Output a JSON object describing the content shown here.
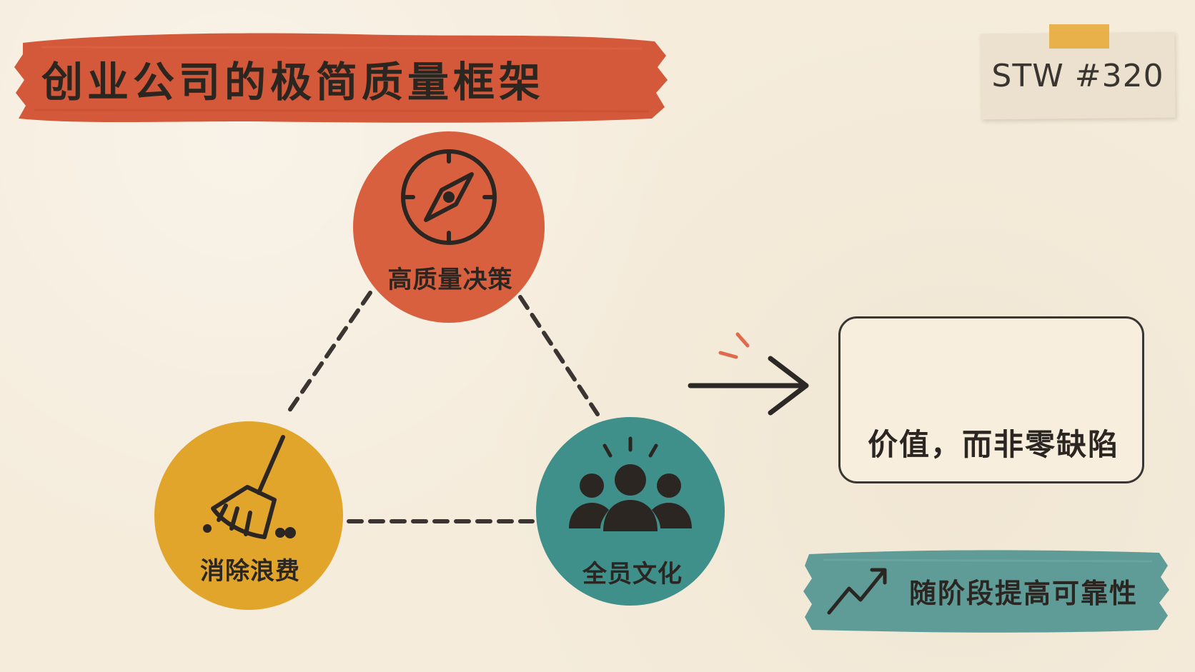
{
  "title": "创业公司的极简质量框架",
  "issue": "STW #320",
  "nodes": {
    "decisions": {
      "label": "高质量决策",
      "icon": "compass-icon",
      "color": "#d9603f"
    },
    "waste": {
      "label": "消除浪费",
      "icon": "broom-icon",
      "color": "#e2a52c"
    },
    "culture": {
      "label": "全员文化",
      "icon": "people-icon",
      "color": "#3f8f8a"
    }
  },
  "outcome": {
    "label": "价值，而非零缺陷",
    "icon": "diamond-icon"
  },
  "trend": {
    "label": "随阶段提高可靠性",
    "icon": "trend-up-icon",
    "color": "#5f9c97"
  },
  "colors": {
    "title_banner": "#d4583a",
    "background": "#f5ecdc",
    "ink": "#2b2825",
    "tape": "#e7ad3f"
  }
}
